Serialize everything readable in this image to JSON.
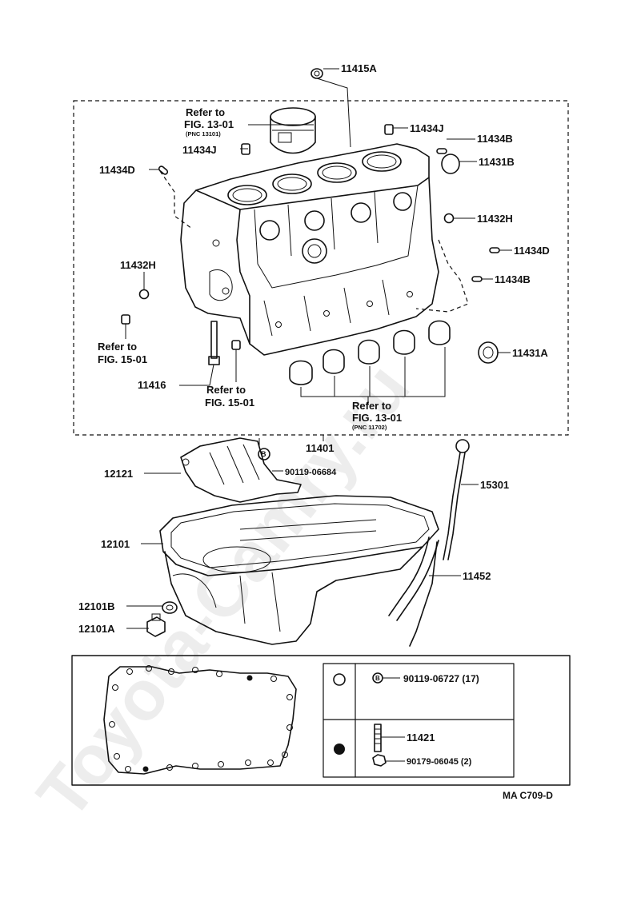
{
  "watermark": "Toyota-Camry.ru",
  "refs": {
    "piston_1": "Refer to",
    "piston_2": "FIG. 13-01",
    "piston_pnc": "(PNC 13101)",
    "bottom_left_1": "Refer to",
    "bottom_left_2": "FIG. 15-01",
    "bottom_mid_1": "Refer to",
    "bottom_mid_2": "FIG. 15-01",
    "bearing_1": "Refer to",
    "bearing_2": "FIG. 13-01",
    "bearing_pnc": "(PNC 11702)"
  },
  "parts": {
    "p11415A": "11415A",
    "p11434J_a": "11434J",
    "p11434J_b": "11434J",
    "p11434B_a": "11434B",
    "p11434B_b": "11434B",
    "p11431B": "11431B",
    "p11434D_a": "11434D",
    "p11434D_b": "11434D",
    "p11432H_a": "11432H",
    "p11432H_b": "11432H",
    "p11431A": "11431A",
    "p11416": "11416",
    "p11401": "11401",
    "p12121": "12121",
    "p90119_06684": "90119-06684",
    "p15301": "15301",
    "p12101": "12101",
    "p11452": "11452",
    "p12101B": "12101B",
    "p12101A": "12101A"
  },
  "legend": {
    "row1_label": "90119-06727 (17)",
    "row2_stud": "11421",
    "row2_nut": "90179-06045 (2)",
    "b_mark": "B"
  },
  "figure_code": "MA C709-D"
}
